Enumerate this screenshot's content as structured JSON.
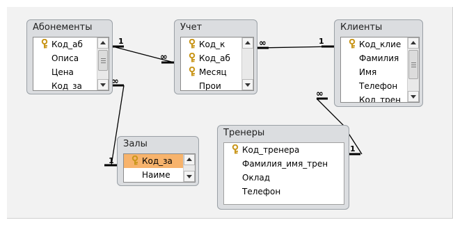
{
  "tables": {
    "abonementy": {
      "title": "Абонементы",
      "fields": [
        "Код_аб",
        "Описа",
        "Цена",
        "Код_за"
      ]
    },
    "uchet": {
      "title": "Учет",
      "fields": [
        "Код_к",
        "Код_аб",
        "Месяц",
        "Прои"
      ]
    },
    "klienty": {
      "title": "Клиенты",
      "fields": [
        "Код_клие",
        "Фамилия",
        "Имя",
        "Телефон",
        "Код_трен"
      ]
    },
    "zaly": {
      "title": "Залы",
      "fields": [
        "Код_за",
        "Наиме"
      ]
    },
    "trenery": {
      "title": "Тренеры",
      "fields": [
        "Код_тренера",
        "Фамилия_имя_трен",
        "Оклад",
        "Телефон"
      ]
    }
  },
  "relationships": {
    "one": "1",
    "many": "∞"
  },
  "colors": {
    "selected_row": "#f7b36c",
    "key_icon": "#d4a017",
    "line": "#000000"
  }
}
